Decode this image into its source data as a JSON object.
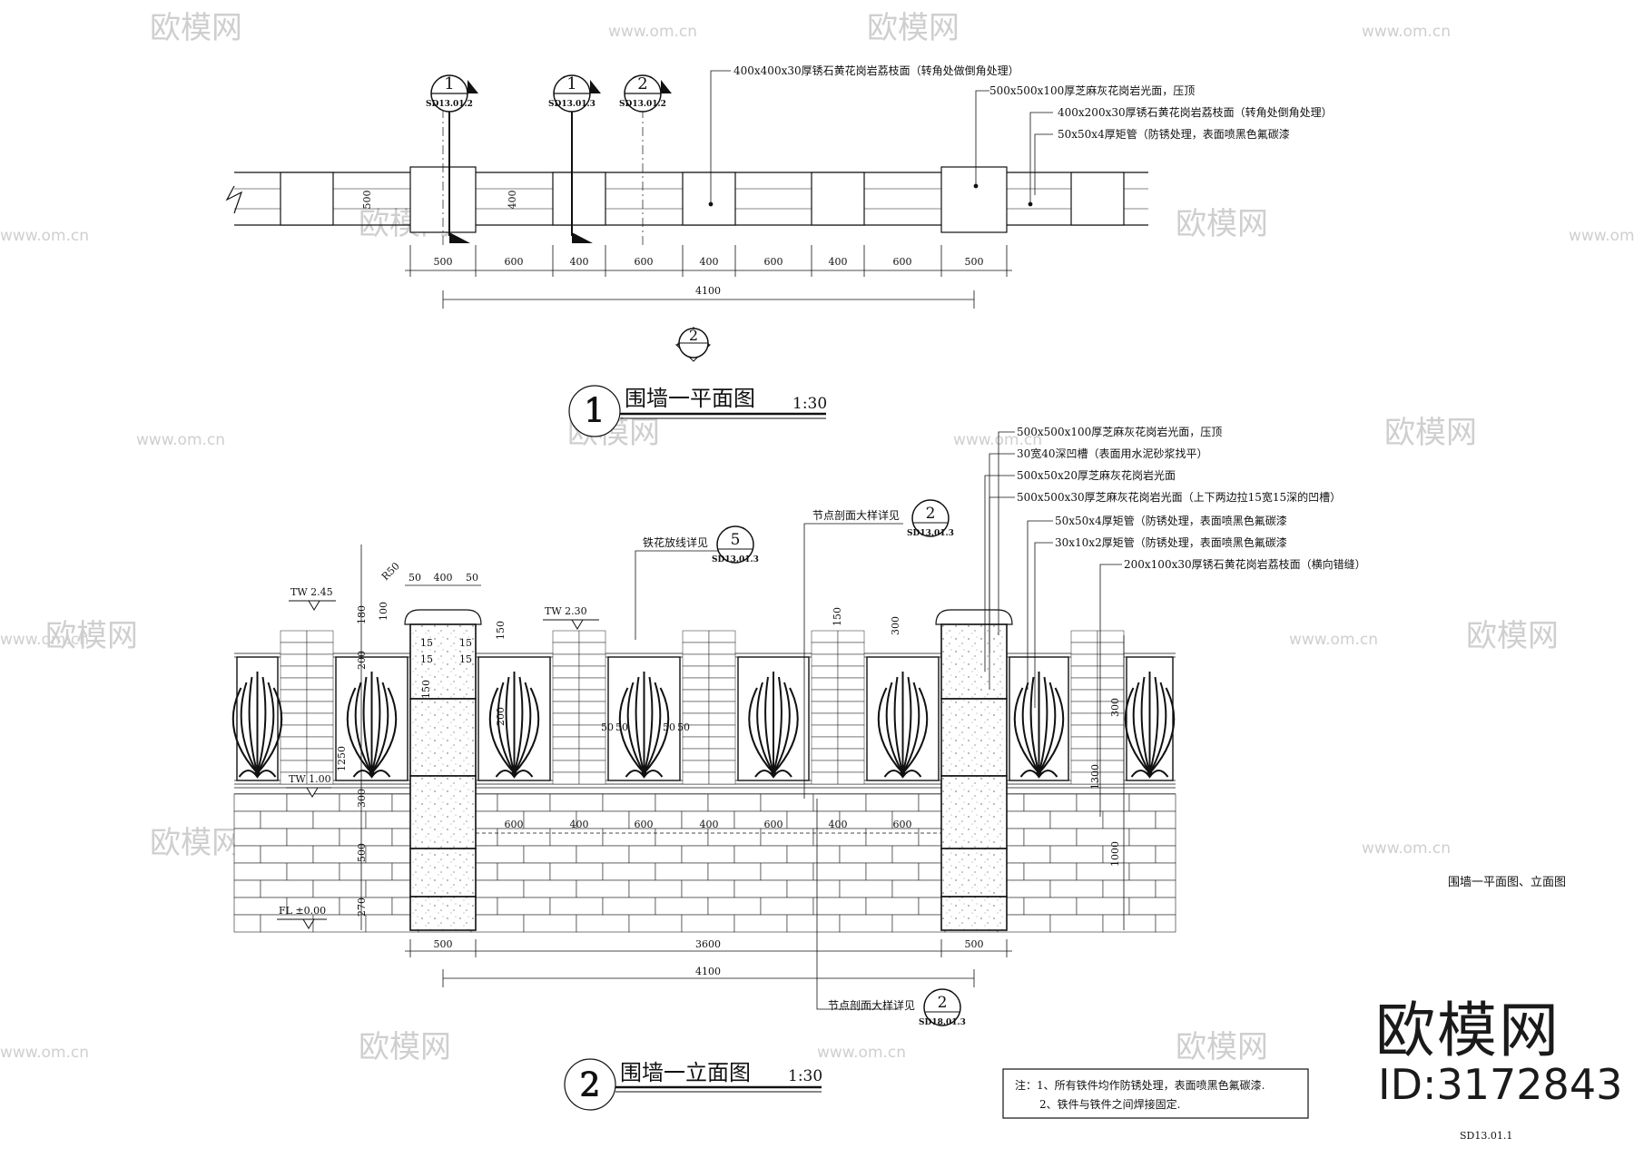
{
  "watermark": {
    "brand": "欧模网",
    "url": "www.om.cn",
    "url_short": "om.cn"
  },
  "plan": {
    "title": "围墙一平面图",
    "scale": "1:30",
    "number": "1",
    "section_marks": [
      {
        "num": "1",
        "ref": "SD13.01.2"
      },
      {
        "num": "1",
        "ref": "SD13.01.3"
      },
      {
        "num": "2",
        "ref": "SD13.01.2"
      }
    ],
    "elev_mark": "2",
    "callouts": [
      "400x400x30厚锈石黄花岗岩荔枝面（转角处做倒角处理）",
      "500x500x100厚芝麻灰花岗岩光面，压顶",
      "400x200x30厚锈石黄花岗岩荔枝面（转角处倒角处理）",
      "50x50x4厚矩管（防锈处理，表面喷黑色氟碳漆"
    ],
    "dims": [
      "500",
      "600",
      "400",
      "600",
      "400",
      "600",
      "400",
      "600",
      "500"
    ],
    "overall": "4100",
    "width_dims": [
      "500",
      "400"
    ]
  },
  "elev": {
    "title": "围墙一立面图",
    "scale": "1:30",
    "number": "2",
    "callouts": [
      "500x500x100厚芝麻灰花岗岩光面，压顶",
      "30宽40深凹槽（表面用水泥砂浆找平）",
      "500x50x20厚芝麻灰花岗岩光面",
      "500x500x30厚芝麻灰花岗岩光面（上下两边拉15宽15深的凹槽）",
      "50x50x4厚矩管（防锈处理，表面喷黑色氟碳漆",
      "30x10x2厚矩管（防锈处理，表面喷黑色氟碳漆",
      "200x100x30厚锈石黄花岗岩荔枝面（横向错缝）"
    ],
    "node_detail_top": {
      "label": "节点剖面大样详见",
      "num": "2",
      "ref": "SD13.01.3"
    },
    "iron_detail": {
      "label": "铁花放线详见",
      "num": "5",
      "ref": "SD13.01.3"
    },
    "node_detail_bottom": {
      "label": "节点剖面大样详见",
      "num": "2",
      "ref": "SD18.01.3"
    },
    "levels": [
      "TW 2.45",
      "TW 2.30",
      "TW 1.00",
      "FL ±0.00"
    ],
    "bottom_dims": [
      "500",
      "3600",
      "500"
    ],
    "overall": "4100",
    "mid_dims": [
      "600",
      "400",
      "600",
      "400",
      "600",
      "400",
      "600"
    ],
    "top_dims": [
      "50",
      "400",
      "50"
    ],
    "r_label": "R50",
    "left_v_dims": [
      "180",
      "100",
      "200",
      "1250",
      "300",
      "500",
      "270"
    ],
    "inner_dims": [
      "15",
      "15",
      "150",
      "15",
      "15"
    ],
    "v_dims_right": [
      "150",
      "300",
      "300",
      "1300",
      "1000"
    ],
    "misc_dims": [
      "50",
      "50",
      "50",
      "50",
      "200",
      "150"
    ]
  },
  "sheet_caption": "围墙一平面图、立面图",
  "notes": [
    "注：1、所有铁件均作防锈处理，表面喷黑色氟碳漆.",
    "2、铁件与铁件之间焊接固定."
  ],
  "drawing_no": "SD13.01.1",
  "brand_logo": "欧模网",
  "brand_id": "ID:3172843"
}
